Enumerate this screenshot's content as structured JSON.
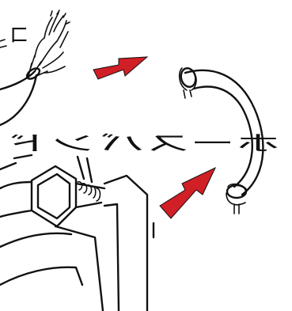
{
  "diagram": {
    "label_text": "ホースバンド",
    "label_orientation": "mirrored",
    "arrow_color": "#d11f26",
    "ink_color": "#111111",
    "parts": [
      "cut-hose-end",
      "hose-with-two-clamps",
      "clamp-on-pipe-fitting"
    ]
  }
}
